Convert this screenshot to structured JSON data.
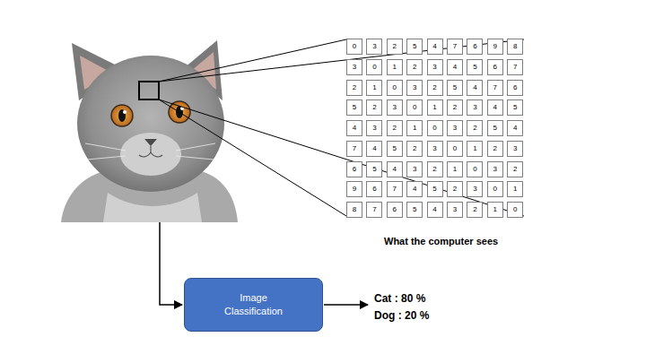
{
  "diagram": {
    "nodes": [
      {
        "text": [
          "Image Classification"
        ]
      }
    ],
    "labels": [
      "0",
      "3",
      "2",
      "5",
      "4",
      "7",
      "6",
      "9",
      "8",
      "3",
      "0",
      "1",
      "2",
      "3",
      "4",
      "5",
      "6",
      "7",
      "2",
      "1",
      "0",
      "3",
      "2",
      "5",
      "4",
      "7",
      "6",
      "5",
      "2",
      "3",
      "0",
      "1",
      "2",
      "3",
      "4",
      "5",
      "4",
      "3",
      "2",
      "1",
      "0",
      "3",
      "2",
      "5",
      "4",
      "7",
      "4",
      "5",
      "2",
      "3",
      "0",
      "1",
      "2",
      "3",
      "6",
      "5",
      "4",
      "3",
      "2",
      "1",
      "0",
      "3",
      "2",
      "9",
      "6",
      "7",
      "4",
      "5",
      "2",
      "3",
      "0",
      "1",
      "8",
      "7",
      "6",
      "5",
      "4",
      "3",
      "2",
      "1",
      "0",
      "What the computer sees",
      "Cat : 80 %",
      "Dog : 20 %"
    ]
  }
}
